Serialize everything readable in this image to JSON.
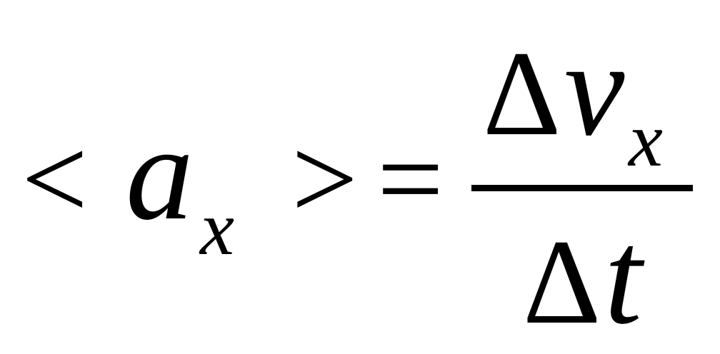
{
  "equation": {
    "lhs": {
      "open_bracket": "<",
      "symbol": "a",
      "subscript": "x",
      "close_bracket": ">"
    },
    "equals": "=",
    "numerator": {
      "delta": "Δ",
      "symbol": "v",
      "subscript": "x"
    },
    "denominator": {
      "delta": "Δ",
      "symbol": "t"
    }
  },
  "colors": {
    "ink": "#000000",
    "background": "#ffffff"
  }
}
